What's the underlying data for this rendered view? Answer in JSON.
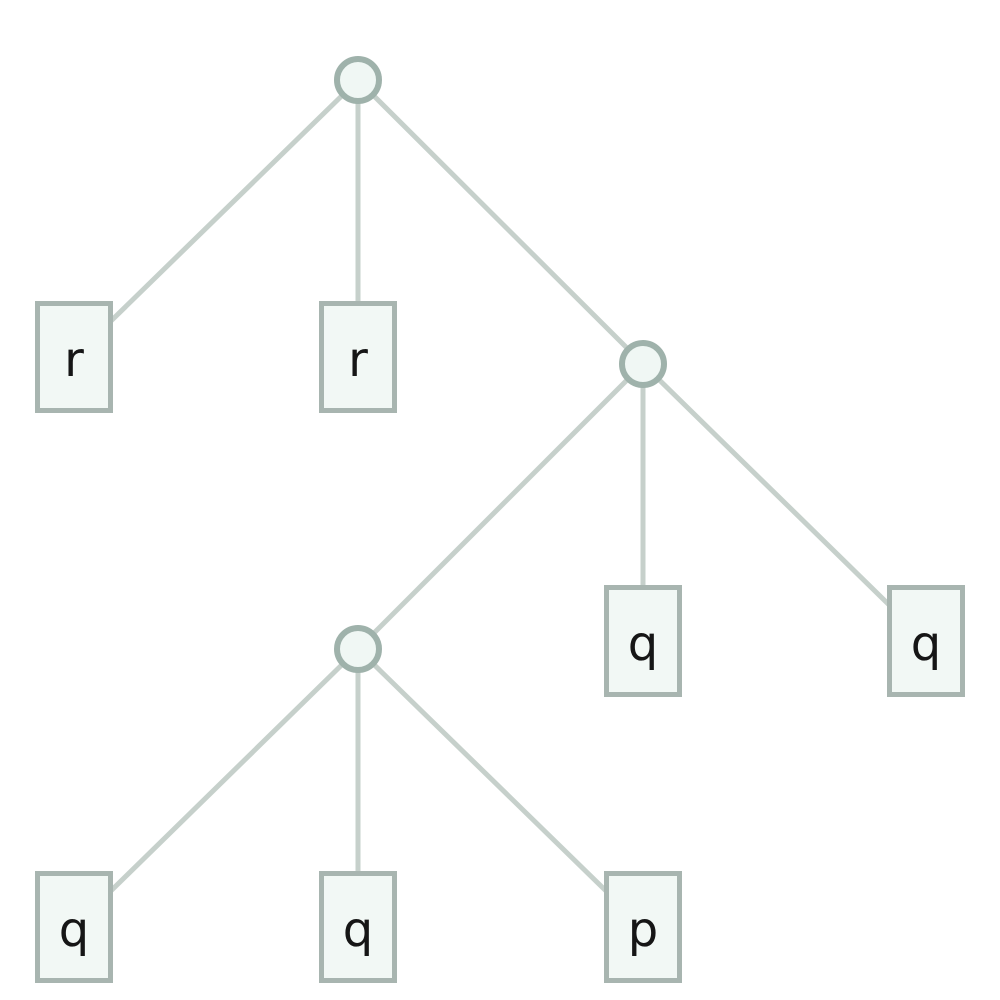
{
  "diagram": {
    "type": "tree",
    "description": "Tree with circular internal nodes and rectangular leaf nodes",
    "colors": {
      "background": "#ffffff",
      "edge": "#c6d0cb",
      "circle_border": "#9fb2ab",
      "circle_fill": "#f0f7f4",
      "box_border": "#a8b5b0",
      "box_fill": "#f2f8f5",
      "label_text": "#161616"
    },
    "structure": {
      "type": "internal",
      "children": [
        {
          "type": "leaf",
          "label": "r"
        },
        {
          "type": "leaf",
          "label": "r"
        },
        {
          "type": "internal",
          "children": [
            {
              "type": "internal",
              "children": [
                {
                  "type": "leaf",
                  "label": "q"
                },
                {
                  "type": "leaf",
                  "label": "q"
                },
                {
                  "type": "leaf",
                  "label": "p"
                }
              ]
            },
            {
              "type": "leaf",
              "label": "q"
            },
            {
              "type": "leaf",
              "label": "q"
            }
          ]
        }
      ]
    },
    "leaves": {
      "r1": "r",
      "r2": "r",
      "q_mid": "q",
      "q_right": "q",
      "q_bottom_left": "q",
      "q_bottom_mid": "q",
      "p_bottom_right": "p"
    }
  }
}
